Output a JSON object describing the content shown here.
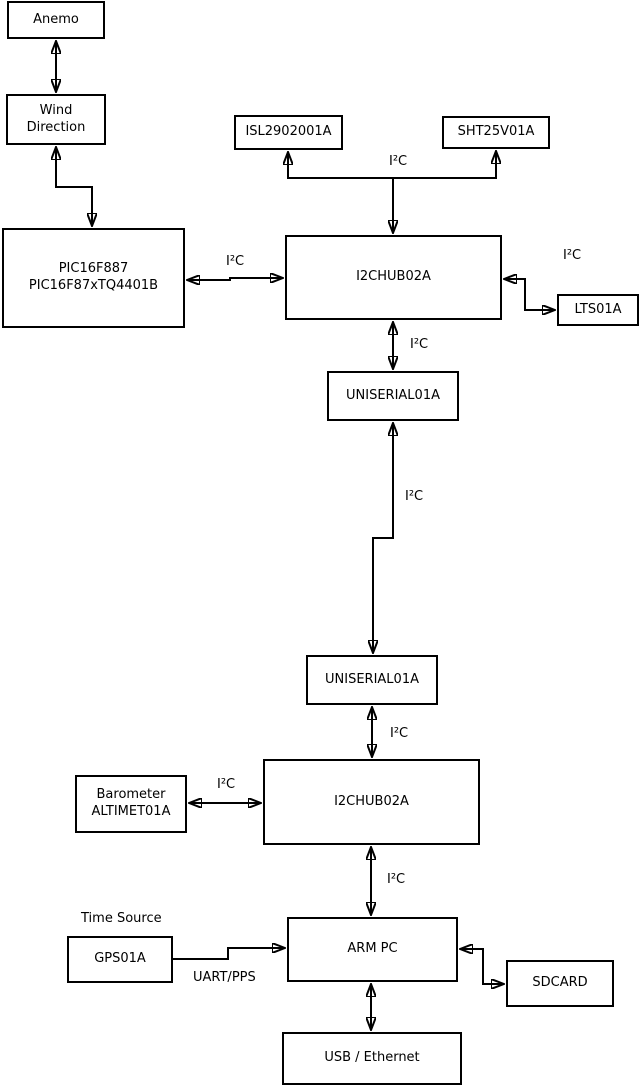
{
  "diagram": {
    "background_color": "#ffffff",
    "line_color": "#000000",
    "nodes": {
      "anemo": {
        "label": "Anemo"
      },
      "wind_direction": {
        "line1": "Wind",
        "line2": "Direction"
      },
      "pic": {
        "line1": "PIC16F887",
        "line2": "PIC16F87xTQ4401B"
      },
      "isl": {
        "label": "ISL2902001A"
      },
      "sht": {
        "label": "SHT25V01A"
      },
      "i2chub_upper": {
        "label": "I2CHUB02A"
      },
      "lts": {
        "label": "LTS01A"
      },
      "uniserial_upper": {
        "label": "UNISERIAL01A"
      },
      "uniserial_lower": {
        "label": "UNISERIAL01A"
      },
      "i2chub_lower": {
        "label": "I2CHUB02A"
      },
      "barometer": {
        "line1": "Barometer",
        "line2": "ALTIMET01A"
      },
      "arm_pc": {
        "label": "ARM PC"
      },
      "gps": {
        "label": "GPS01A"
      },
      "sdcard": {
        "label": "SDCARD"
      },
      "usb_ethernet": {
        "label": "USB / Ethernet"
      }
    },
    "edge_labels": {
      "i2c_isl_sht": "I²C",
      "i2c_pic_hub": "I²C",
      "i2c_hub_lts": "I²C",
      "i2c_hub_uniserial": "I²C",
      "i2c_uniserial_link": "I²C",
      "i2c_uniserial_hub2": "I²C",
      "i2c_barometer_hub2": "I²C",
      "i2c_hub2_armpc": "I²C",
      "time_source": "Time Source",
      "uart_pps": "UART/PPS"
    }
  }
}
